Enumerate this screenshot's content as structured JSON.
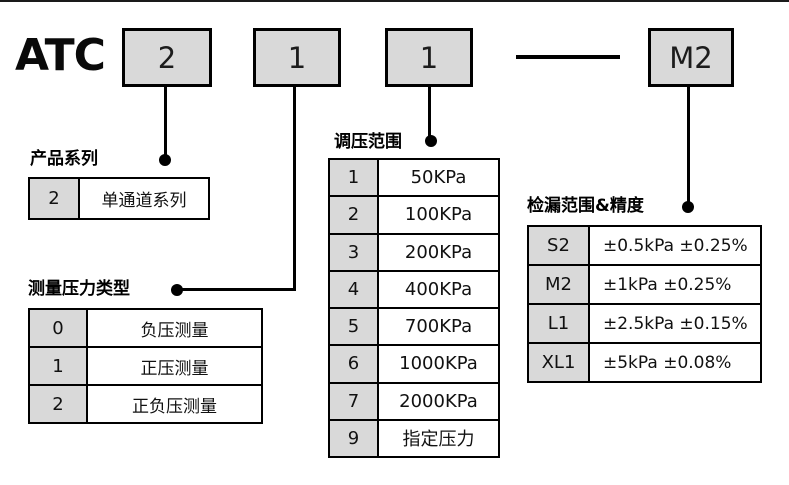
{
  "model_code": {
    "prefix": "ATC",
    "separator": "-",
    "segments": [
      {
        "code": "2"
      },
      {
        "code": "1"
      },
      {
        "code": "1"
      },
      {
        "code": "M2"
      }
    ]
  },
  "sections": [
    {
      "title": "产品系列",
      "rows": [
        {
          "code": "2",
          "value": "单通道系列"
        }
      ]
    },
    {
      "title": "测量压力类型",
      "rows": [
        {
          "code": "0",
          "value": "负压测量"
        },
        {
          "code": "1",
          "value": "正压测量"
        },
        {
          "code": "2",
          "value": "正负压测量"
        }
      ]
    },
    {
      "title": "调压范围",
      "rows": [
        {
          "code": "1",
          "value": "50KPa"
        },
        {
          "code": "2",
          "value": "100KPa"
        },
        {
          "code": "3",
          "value": "200KPa"
        },
        {
          "code": "4",
          "value": "400KPa"
        },
        {
          "code": "5",
          "value": "700KPa"
        },
        {
          "code": "6",
          "value": "1000KPa"
        },
        {
          "code": "7",
          "value": "2000KPa"
        },
        {
          "code": "9",
          "value": "指定压力"
        }
      ]
    },
    {
      "title": "检漏范围&精度",
      "rows": [
        {
          "code": "S2",
          "value": "±0.5kPa ±0.25%"
        },
        {
          "code": "M2",
          "value": "±1kPa ±0.25%"
        },
        {
          "code": "L1",
          "value": "±2.5kPa ±0.15%"
        },
        {
          "code": "XL1",
          "value": "±5kPa ±0.08%"
        }
      ]
    }
  ],
  "colors": {
    "box_fill": "#d9d9d9",
    "border": "#000000",
    "background": "#ffffff"
  }
}
